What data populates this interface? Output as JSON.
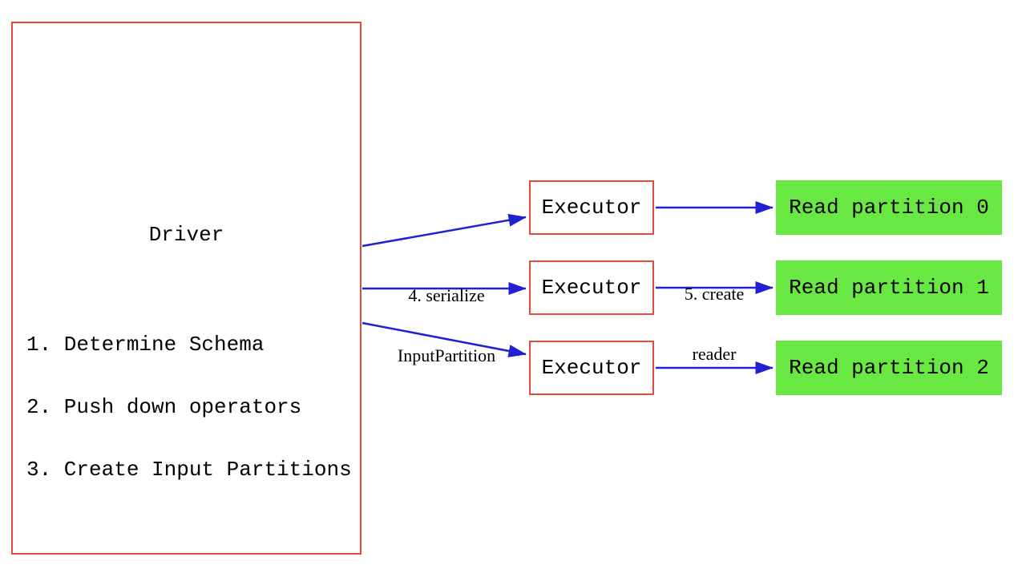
{
  "diagram": {
    "driver": {
      "title": "Driver",
      "steps": [
        "1. Determine Schema",
        "2. Push down operators",
        "3. Create Input Partitions"
      ]
    },
    "executors": [
      {
        "label": "Executor"
      },
      {
        "label": "Executor"
      },
      {
        "label": "Executor"
      }
    ],
    "partitions": [
      {
        "label": "Read partition 0"
      },
      {
        "label": "Read partition 1"
      },
      {
        "label": "Read partition 2"
      }
    ],
    "edge_labels": {
      "serialize": {
        "line1": "4. serialize",
        "line2": "InputPartition"
      },
      "create_reader": {
        "line1": "5. create",
        "line2": "reader"
      }
    },
    "colors": {
      "border_red": "#e74a3c",
      "arrow_blue": "#2121d4",
      "partition_green": "#69e843",
      "text_black": "#000000",
      "canvas_white": "#ffffff"
    }
  }
}
